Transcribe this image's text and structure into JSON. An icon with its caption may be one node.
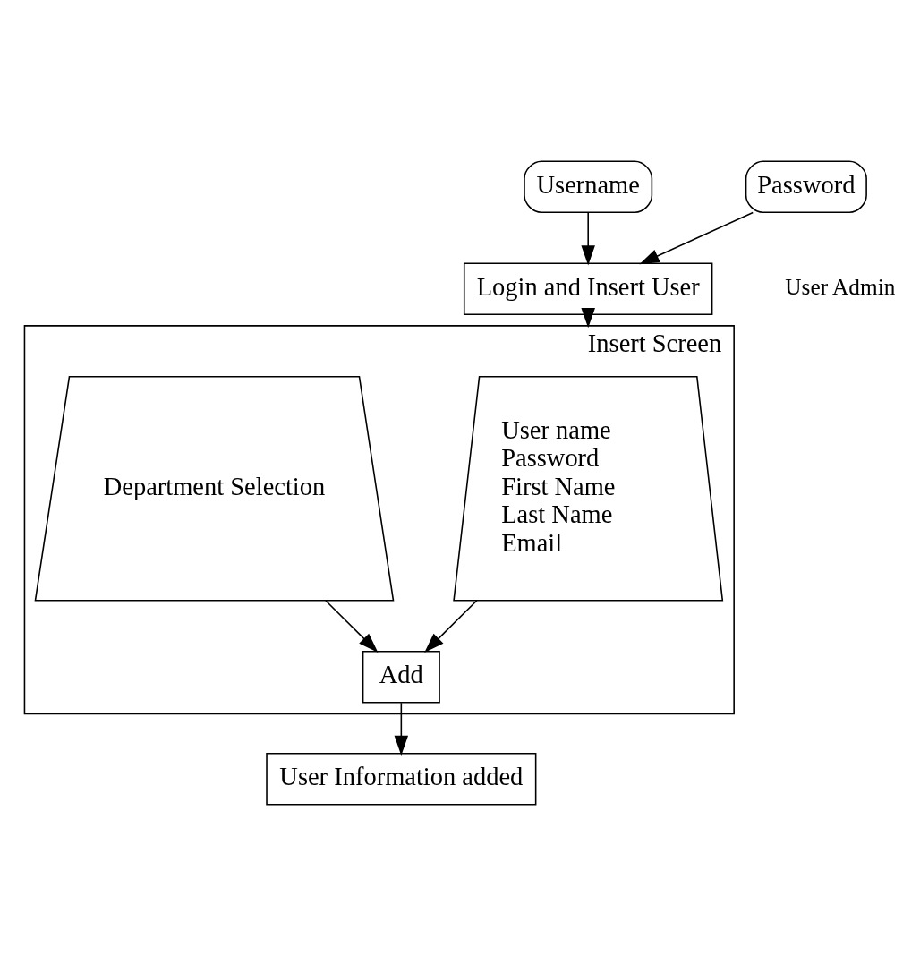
{
  "diagram": {
    "nodes": [
      {
        "text": [
          "Username"
        ]
      },
      {
        "text": [
          "Password"
        ]
      },
      {
        "text": [
          "Login and Insert User"
        ]
      },
      {
        "text": [
          "Insert Screen"
        ]
      },
      {
        "text": [
          "User name",
          "Password",
          "First Name",
          "Last Name",
          "Email"
        ],
        "in": 3
      },
      {
        "text": [
          "Department Selection"
        ],
        "in": 3
      },
      {
        "text": [
          "Add"
        ],
        "in": 3
      },
      {
        "text": [
          "User Information added"
        ]
      }
    ],
    "edges": [
      {
        "from": 0,
        "to": 2,
        "arrow": "to"
      },
      {
        "from": 1,
        "to": 2,
        "arrow": "to"
      },
      {
        "from": 2,
        "to": 3,
        "arrow": "to"
      },
      {
        "from": 4,
        "to": 6,
        "arrow": "to"
      },
      {
        "from": 5,
        "to": 6,
        "arrow": "to"
      },
      {
        "from": 6,
        "to": 7,
        "arrow": "to"
      }
    ],
    "labels": [
      "User Admin"
    ]
  }
}
